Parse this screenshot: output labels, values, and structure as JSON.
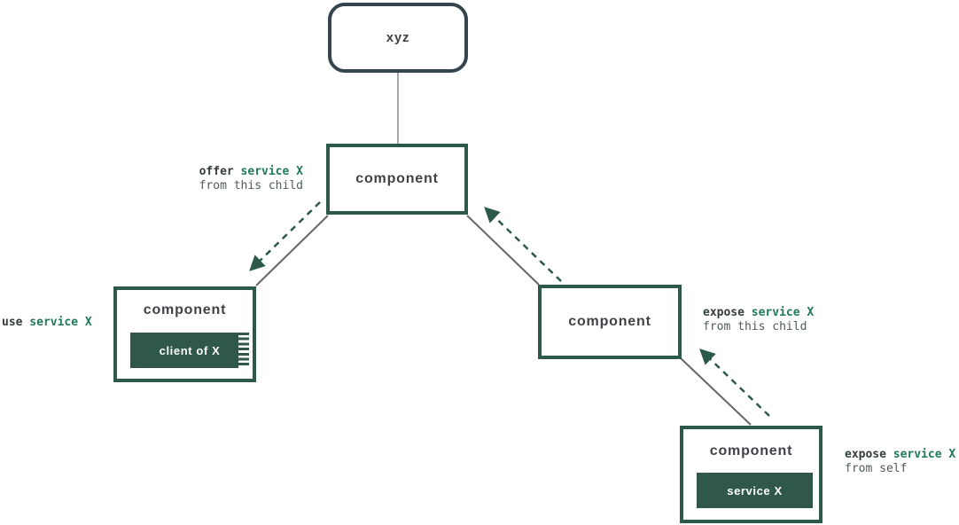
{
  "diagram": {
    "nodes": {
      "root": {
        "label": "xyz"
      },
      "parent": {
        "label": "component"
      },
      "left_child": {
        "label": "component",
        "capability": "client of X"
      },
      "right_child": {
        "label": "component"
      },
      "grandchild": {
        "label": "component",
        "capability": "service X"
      }
    },
    "annotations": {
      "offer": {
        "verb": "offer",
        "object": "service X",
        "detail": "from this child"
      },
      "use": {
        "verb": "use",
        "object": "service X"
      },
      "expose_child": {
        "verb": "expose",
        "object": "service X",
        "detail": "from this child"
      },
      "expose_self": {
        "verb": "expose",
        "object": "service X",
        "detail": "from self"
      }
    },
    "colors": {
      "green": "#2d5949",
      "box_fill": "#30584a",
      "green_text": "#1f7a58",
      "slate": "#36454d",
      "line_gray": "#666666",
      "text_dark": "#333d3a",
      "text_gray": "#4f5b57",
      "label_gray": "#3f4347"
    }
  }
}
